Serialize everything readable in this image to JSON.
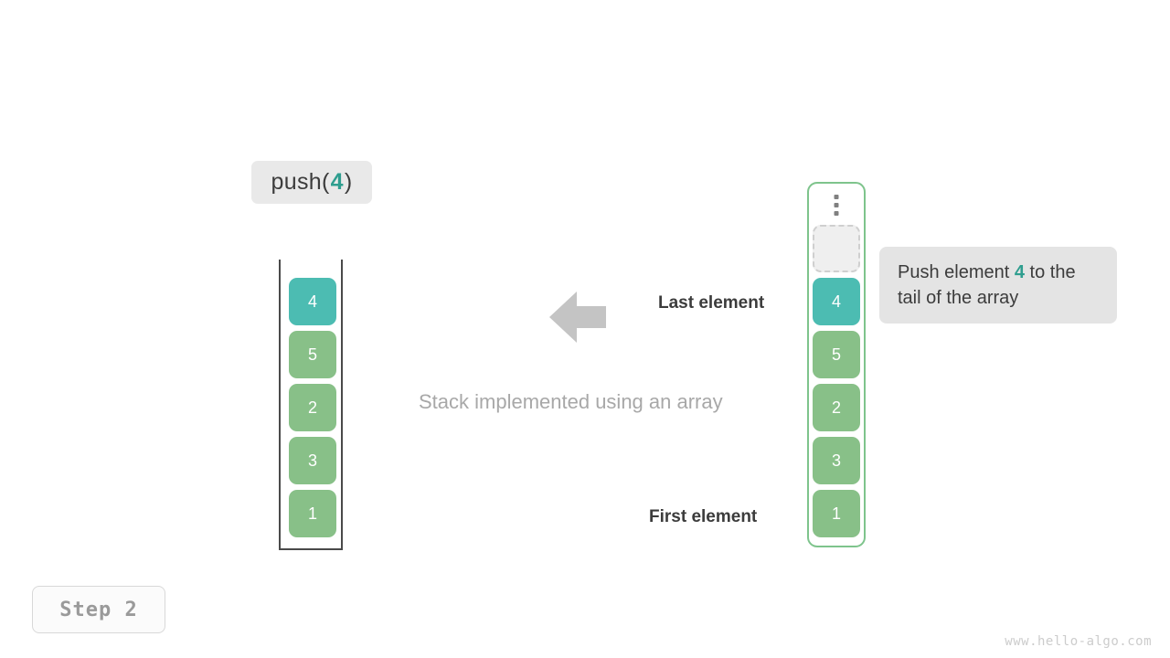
{
  "operation": {
    "prefix": "push(",
    "argument": "4",
    "suffix": ")"
  },
  "left_stack": {
    "caption": "Stack implemented using an array",
    "cells": [
      {
        "value": "4",
        "style": "teal"
      },
      {
        "value": "5",
        "style": "green"
      },
      {
        "value": "2",
        "style": "green"
      },
      {
        "value": "3",
        "style": "green"
      },
      {
        "value": "1",
        "style": "green"
      }
    ]
  },
  "right_array": {
    "ellipsis_icon": "vertical-ellipsis-icon",
    "empty_slot_label": "",
    "cells": [
      {
        "value": "4",
        "style": "teal"
      },
      {
        "value": "5",
        "style": "green"
      },
      {
        "value": "2",
        "style": "green"
      },
      {
        "value": "3",
        "style": "green"
      },
      {
        "value": "1",
        "style": "green"
      }
    ]
  },
  "callout": {
    "text_before": "Push element ",
    "accent": "4",
    "text_after": " to the tail of the array"
  },
  "annotations": {
    "last_element": "Last element",
    "first_element": "First element",
    "arrow_icon": "left-arrow-icon"
  },
  "step_badge": "Step  2",
  "watermark": "www.hello-algo.com",
  "colors": {
    "teal": "#4cbcb2",
    "green": "#88c088",
    "accent_text": "#2f9e8f",
    "callout_bg": "#e4e4e4",
    "label_bg": "#e9e9e9",
    "container_border": "#4a4a4a",
    "array_border": "#7ec48c",
    "arrow": "#c4c4c4",
    "caption": "#a8a8a8"
  }
}
